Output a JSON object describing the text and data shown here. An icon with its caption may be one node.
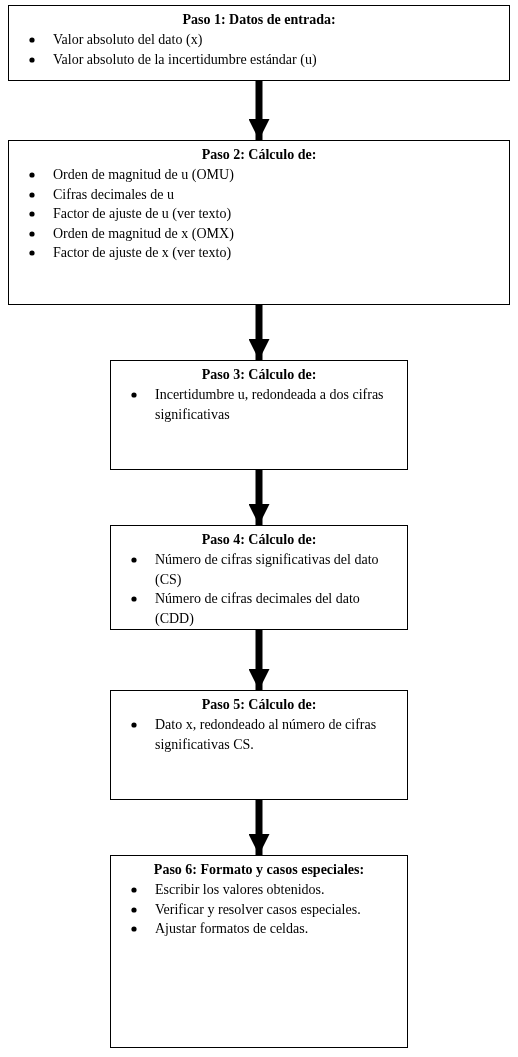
{
  "diagram": {
    "nodes": [
      {
        "text": [
          "Paso 1: Datos de entrada:",
          "Valor absoluto del dato (x)",
          "Valor absoluto de la incertidumbre estándar (u)"
        ]
      },
      {
        "text": [
          "Paso 2: Cálculo de:",
          "Orden de magnitud de u (OMU)",
          "Cifras decimales de u",
          "Factor de ajuste de u (ver texto)",
          "Orden de magnitud de x (OMX)",
          "Factor de ajuste de x (ver texto)"
        ]
      },
      {
        "text": [
          "Paso 3: Cálculo de:",
          "Incertidumbre u, redondeada a dos cifras significativas"
        ]
      },
      {
        "text": [
          "Paso 4: Cálculo de:",
          "Número de cifras significativas del dato (CS)",
          "Número de cifras decimales del dato (CDD)"
        ]
      },
      {
        "text": [
          "Paso 5: Cálculo de:",
          "Dato x, redondeado al número de cifras significativas CS."
        ]
      },
      {
        "text": [
          "Paso 6: Formato y casos especiales:",
          "Escribir los valores obtenidos.",
          "Verificar y resolver casos especiales.",
          "Ajustar formatos de celdas."
        ]
      }
    ],
    "edges": [
      {
        "from": 0,
        "to": 1,
        "arrow": "to"
      },
      {
        "from": 1,
        "to": 2,
        "arrow": "to"
      },
      {
        "from": 2,
        "to": 3,
        "arrow": "to"
      },
      {
        "from": 3,
        "to": 4,
        "arrow": "to"
      },
      {
        "from": 4,
        "to": 5,
        "arrow": "to"
      }
    ]
  }
}
